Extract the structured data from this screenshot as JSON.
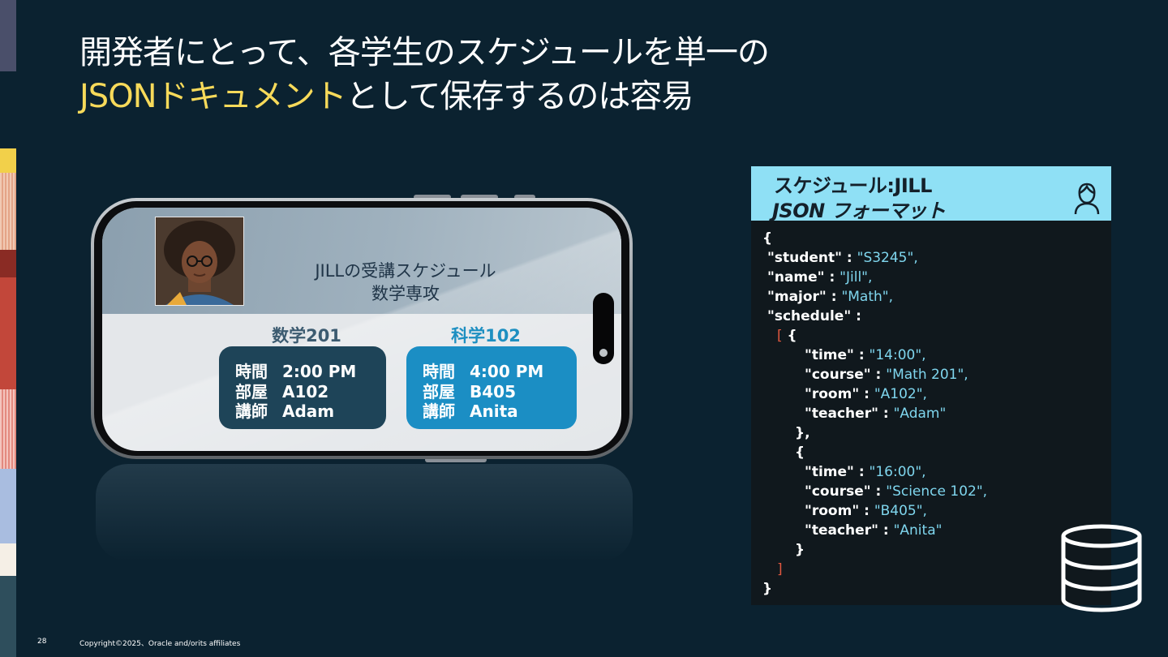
{
  "slide": {
    "title_line1": "開発者にとって、各学生のスケジュールを単一の",
    "title_line2_highlight": "JSONドキュメント",
    "title_line2_rest": "として保存するのは容易",
    "highlight_color": "#f7da5a",
    "background_color": "#0b2230"
  },
  "phone": {
    "schedule_title": "JILLの受講スケジュール",
    "schedule_subtitle": "数学専攻",
    "courses": [
      {
        "name": "数学201",
        "name_color": "#3c5b70",
        "card_color": "#1e4458",
        "rows": [
          {
            "label": "時間",
            "value": "2:00 PM"
          },
          {
            "label": "部屋",
            "value": "A102"
          },
          {
            "label": "講師",
            "value": "Adam"
          }
        ]
      },
      {
        "name": "科学102",
        "name_color": "#1d8fc1",
        "card_color": "#1b8ec4",
        "rows": [
          {
            "label": "時間",
            "value": "4:00 PM"
          },
          {
            "label": "部屋",
            "value": "B405"
          },
          {
            "label": "講師",
            "value": "Anita"
          }
        ]
      }
    ]
  },
  "json_panel": {
    "header_line1": "スケジュール:JILL",
    "header_line2": "JSON フォーマット",
    "header_color": "#8fe0f5",
    "lines": [
      {
        "key": "{",
        "val": "",
        "bracket": ""
      },
      {
        "key": "\"student\"     : ",
        "val": "\"S3245\",",
        "bracket": ""
      },
      {
        "key": "\"name\"          : ",
        "val": "\"Jill\",",
        "bracket": ""
      },
      {
        "key": "\"major\"         : ",
        "val": "\"Math\",",
        "bracket": ""
      },
      {
        "key": "\"schedule\"     :",
        "val": "",
        "bracket": ""
      },
      {
        "key": " {",
        "val": "",
        "bracket": "["
      },
      {
        "key": "\"time\"     : ",
        "val": "\"14:00\",",
        "bracket": ""
      },
      {
        "key": "\"course\"  : ",
        "val": "\"Math 201\",",
        "bracket": ""
      },
      {
        "key": "\"room\"     : ",
        "val": "\"A102\",",
        "bracket": ""
      },
      {
        "key": "\"teacher\" : ",
        "val": "\"Adam\"",
        "bracket": ""
      },
      {
        "key": "},",
        "val": "",
        "bracket": ""
      },
      {
        "key": "{",
        "val": "",
        "bracket": ""
      },
      {
        "key": "\"time\"     : ",
        "val": "\"16:00\",",
        "bracket": ""
      },
      {
        "key": "\"course\"  : ",
        "val": "\"Science 102\",",
        "bracket": ""
      },
      {
        "key": "\"room\"     : ",
        "val": "\"B405\",",
        "bracket": ""
      },
      {
        "key": "\"teacher\" : ",
        "val": "\"Anita\"",
        "bracket": ""
      },
      {
        "key": "}",
        "val": "",
        "bracket": ""
      },
      {
        "key": "",
        "val": "",
        "bracket": "]"
      },
      {
        "key": "}",
        "val": "",
        "bracket": ""
      }
    ],
    "icons": [
      "student-icon",
      "database-icon"
    ]
  },
  "footer": {
    "page_number": "28",
    "copyright": "Copyright©2025、Oracle and/orits affiliates"
  }
}
